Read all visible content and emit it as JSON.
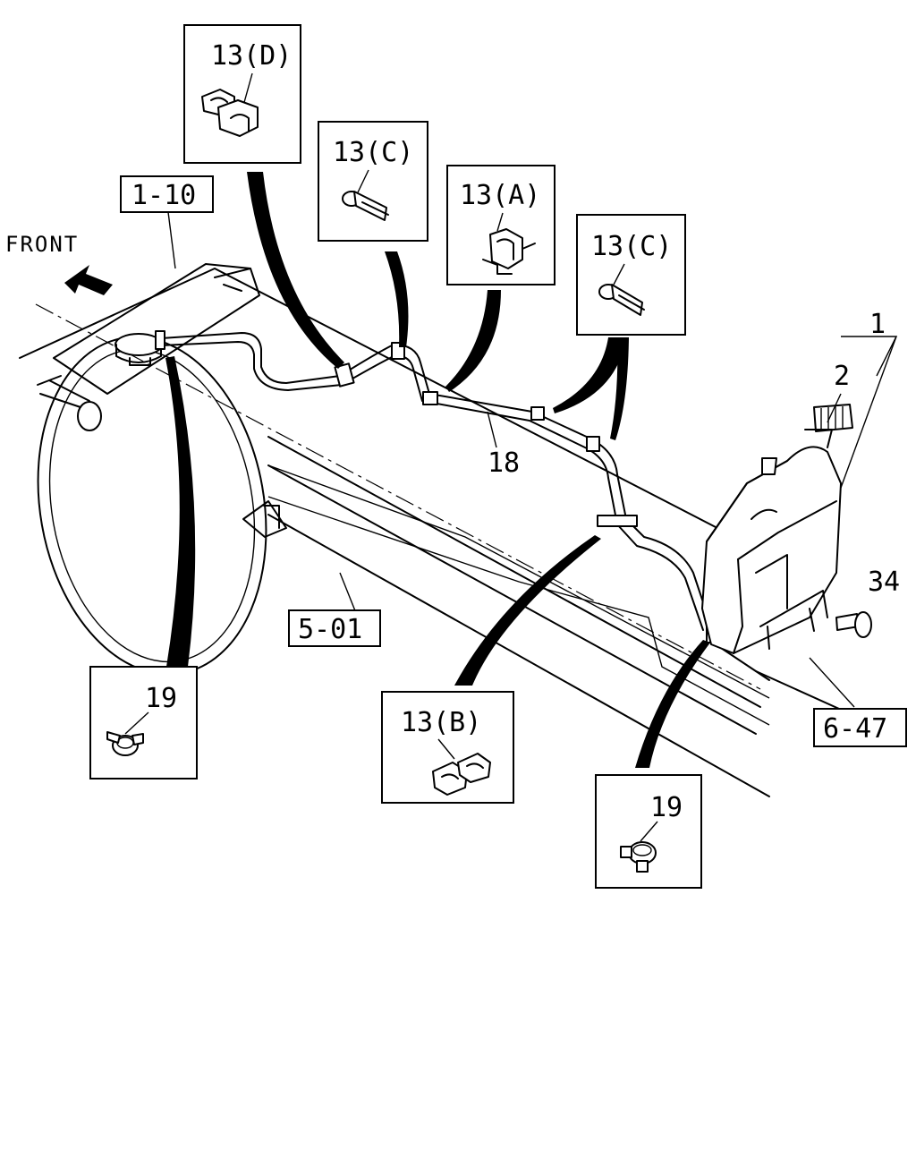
{
  "direction": {
    "label": "FRONT"
  },
  "references": {
    "radiator": "1-10",
    "frame": "5-01",
    "bracket": "6-47"
  },
  "callouts": {
    "clip_d": "13(D)",
    "clip_c_left": "13(C)",
    "clip_a": "13(A)",
    "clip_c_right": "13(C)",
    "clip_b": "13(B)",
    "clamp_left": "19",
    "clamp_right": "19"
  },
  "parts": {
    "tank": "1",
    "cap": "2",
    "hose": "18",
    "bolt": "34"
  }
}
